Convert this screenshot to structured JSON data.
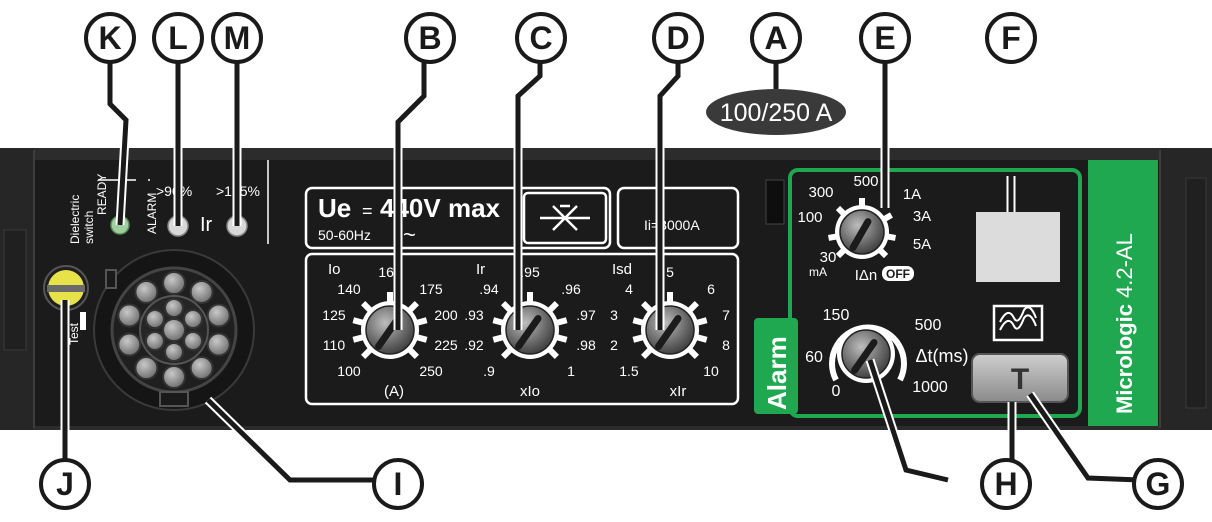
{
  "rating_badge": "100/250 A",
  "callouts": [
    "A",
    "B",
    "C",
    "D",
    "E",
    "F",
    "G",
    "H",
    "I",
    "J",
    "K",
    "L",
    "M"
  ],
  "left_panel": {
    "dielectric_line1": "Dielectric",
    "dielectric_line2": "switch",
    "test_label": "Test",
    "ready_label": "READY",
    "alarm_label": "ALARM",
    "alarm_threshold": ">90%",
    "ir_label": "Ir",
    "overload_threshold": ">105%"
  },
  "ue_box": {
    "ue_symbol": "Ue",
    "equals": "=",
    "voltage": "440V max",
    "frequency": "50-60Hz",
    "ac_symbol": "~",
    "ii_rating": "Ii=3000A"
  },
  "dials": {
    "io": {
      "title": "Io",
      "unit": "(A)",
      "ticks": [
        "100",
        "110",
        "125",
        "140",
        "160",
        "175",
        "200",
        "225",
        "250"
      ]
    },
    "ir": {
      "title": "Ir",
      "unit": "xIo",
      "ticks": [
        ".9",
        ".92",
        ".93",
        ".94",
        ".95",
        ".96",
        ".97",
        ".98",
        "1"
      ]
    },
    "isd": {
      "title": "Isd",
      "unit": "xIr",
      "ticks": [
        "1.5",
        "2",
        "3",
        "4",
        "5",
        "6",
        "7",
        "8",
        "10"
      ]
    },
    "idn": {
      "ticks": [
        "30",
        "100",
        "300",
        "500",
        "1A",
        "3A",
        "5A"
      ],
      "sub_unit": "mA",
      "label": "IΔn",
      "off_label": "OFF"
    },
    "dt": {
      "ticks": [
        "0",
        "60",
        "150",
        "500",
        "1000"
      ],
      "label": "Δt(ms)"
    }
  },
  "alarm_label": "Alarm",
  "test_button_label": "T",
  "model": {
    "brand": "Micrologic",
    "version": "4.2-AL"
  },
  "colors": {
    "panel": "#1b1b1b",
    "panel_edge": "#2c2c2c",
    "green": "#1fa84f",
    "badge": "#3a3a3a",
    "led_green": "#9fcf9f",
    "led_white": "#d8d8d8",
    "yellow": "#e8e24a",
    "display": "#dcdcdc"
  }
}
